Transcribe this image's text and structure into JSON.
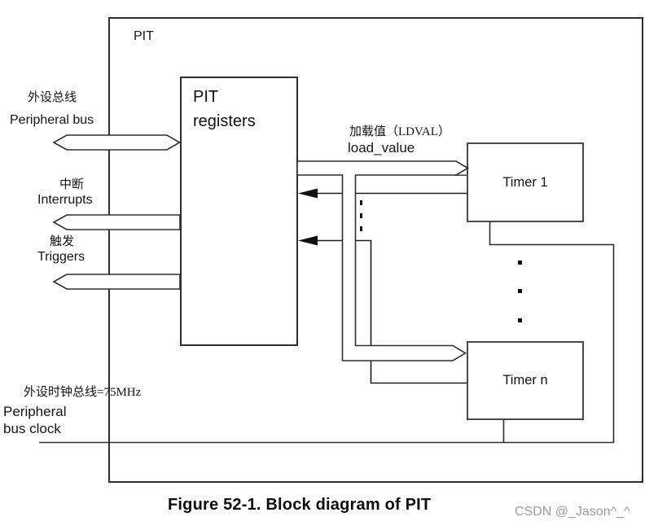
{
  "colors": {
    "line": "#2e2e2e",
    "box_border": "#4a4a4a",
    "arrow_fill": "#ffffff",
    "solid_arrow": "#111111",
    "watermark": "#9b9ba3",
    "background": "#ffffff"
  },
  "diagram": {
    "title": "PIT",
    "boxes": {
      "registers": {
        "line1": "PIT",
        "line2": "registers"
      },
      "timer1": {
        "label": "Timer 1"
      },
      "timer_n": {
        "label": "Timer n"
      }
    },
    "signals": {
      "peripheral_bus": {
        "cn": "外设总线",
        "en": "Peripheral bus"
      },
      "interrupts": {
        "cn": "中断",
        "en": "Interrupts"
      },
      "triggers": {
        "cn": "触发",
        "en": "Triggers"
      },
      "load_value": {
        "cn": "加载值（LDVAL）",
        "en": "load_value"
      },
      "bus_clock": {
        "cn": "外设时钟总线=75MHz",
        "en_line1": "Peripheral",
        "en_line2": "bus clock"
      }
    }
  },
  "caption": "Figure 52-1. Block diagram of PIT",
  "watermark": "CSDN @_Jason^_^"
}
